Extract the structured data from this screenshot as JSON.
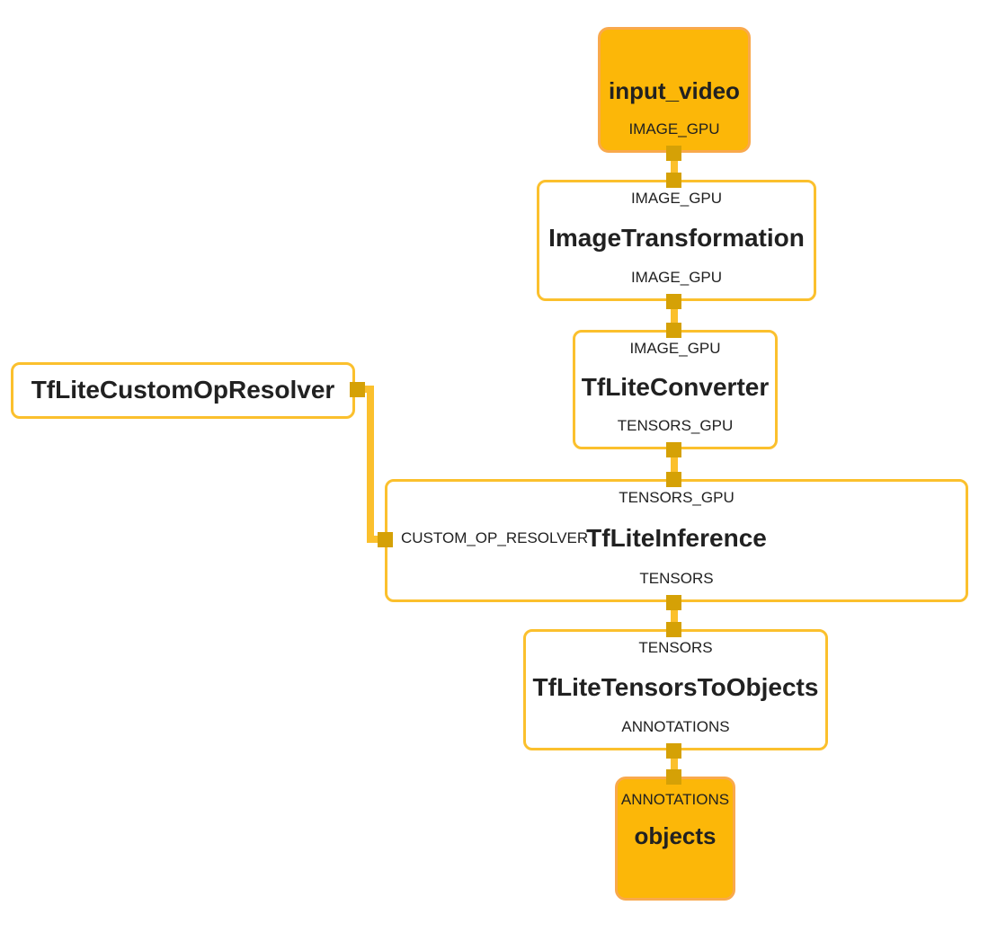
{
  "colors": {
    "edge": "#FBC02D",
    "port": "#D5A106",
    "packet_fill": "#FCB708",
    "packet_border": "#F9A94C",
    "text": "#212121"
  },
  "nodes": {
    "input_video": {
      "title": "input_video",
      "output_label": "IMAGE_GPU"
    },
    "image_transformation": {
      "input_label": "IMAGE_GPU",
      "title": "ImageTransformation",
      "output_label": "IMAGE_GPU"
    },
    "tflite_converter": {
      "input_label": "IMAGE_GPU",
      "title": "TfLiteConverter",
      "output_label": "TENSORS_GPU"
    },
    "tflite_inference": {
      "input_label": "TENSORS_GPU",
      "side_input_label": "CUSTOM_OP_RESOLVER",
      "title": "TfLiteInference",
      "output_label": "TENSORS"
    },
    "tflite_tensors_to_objects": {
      "input_label": "TENSORS",
      "title": "TfLiteTensorsToObjects",
      "output_label": "ANNOTATIONS"
    },
    "objects": {
      "input_label": "ANNOTATIONS",
      "title": "objects"
    },
    "tflite_custom_op_resolver": {
      "title": "TfLiteCustomOpResolver"
    }
  },
  "connections": [
    {
      "from": "input_video",
      "to": "ImageTransformation",
      "stream": "IMAGE_GPU"
    },
    {
      "from": "ImageTransformation",
      "to": "TfLiteConverter",
      "stream": "IMAGE_GPU"
    },
    {
      "from": "TfLiteConverter",
      "to": "TfLiteInference",
      "stream": "TENSORS_GPU"
    },
    {
      "from": "TfLiteCustomOpResolver",
      "to": "TfLiteInference",
      "stream": "CUSTOM_OP_RESOLVER"
    },
    {
      "from": "TfLiteInference",
      "to": "TfLiteTensorsToObjects",
      "stream": "TENSORS"
    },
    {
      "from": "TfLiteTensorsToObjects",
      "to": "objects",
      "stream": "ANNOTATIONS"
    }
  ]
}
